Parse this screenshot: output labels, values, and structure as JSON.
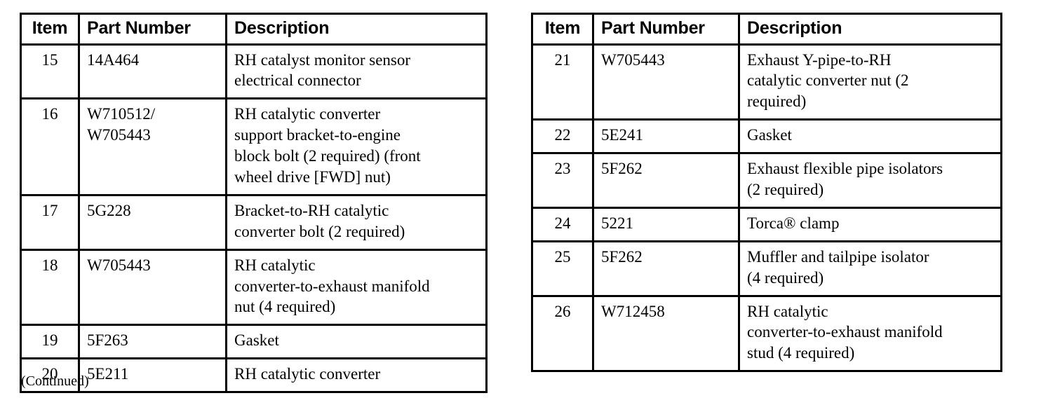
{
  "tables": [
    {
      "id": "parts-table-left",
      "columns": [
        "Item",
        "Part Number",
        "Description"
      ],
      "rows": [
        {
          "item": "15",
          "part_number": "14A464",
          "description": "RH catalyst monitor sensor\nelectrical connector"
        },
        {
          "item": "16",
          "part_number": "W710512/\nW705443",
          "description": "RH catalytic converter\nsupport bracket-to-engine\nblock bolt (2 required) (front\nwheel drive [FWD] nut)"
        },
        {
          "item": "17",
          "part_number": "5G228",
          "description": "Bracket-to-RH catalytic\nconverter bolt (2 required)"
        },
        {
          "item": "18",
          "part_number": "W705443",
          "description": "RH catalytic\nconverter-to-exhaust manifold\nnut (4 required)"
        },
        {
          "item": "19",
          "part_number": "5F263",
          "description": "Gasket"
        },
        {
          "item": "20",
          "part_number": "5E211",
          "description": "RH catalytic converter"
        }
      ]
    },
    {
      "id": "parts-table-right",
      "columns": [
        "Item",
        "Part Number",
        "Description"
      ],
      "rows": [
        {
          "item": "21",
          "part_number": "W705443",
          "description": "Exhaust Y-pipe-to-RH\ncatalytic converter nut (2\nrequired)"
        },
        {
          "item": "22",
          "part_number": "5E241",
          "description": "Gasket"
        },
        {
          "item": "23",
          "part_number": "5F262",
          "description": "Exhaust flexible pipe isolators\n(2 required)"
        },
        {
          "item": "24",
          "part_number": "5221",
          "description": "Torca® clamp"
        },
        {
          "item": "25",
          "part_number": "5F262",
          "description": "Muffler and tailpipe isolator\n(4 required)"
        },
        {
          "item": "26",
          "part_number": "W712458",
          "description": "RH catalytic\nconverter-to-exhaust manifold\nstud (4 required)"
        }
      ]
    }
  ],
  "footer": {
    "continued_label": "(Continued)"
  },
  "colors": {
    "text": "#000000",
    "background": "#ffffff",
    "border": "#000000"
  }
}
